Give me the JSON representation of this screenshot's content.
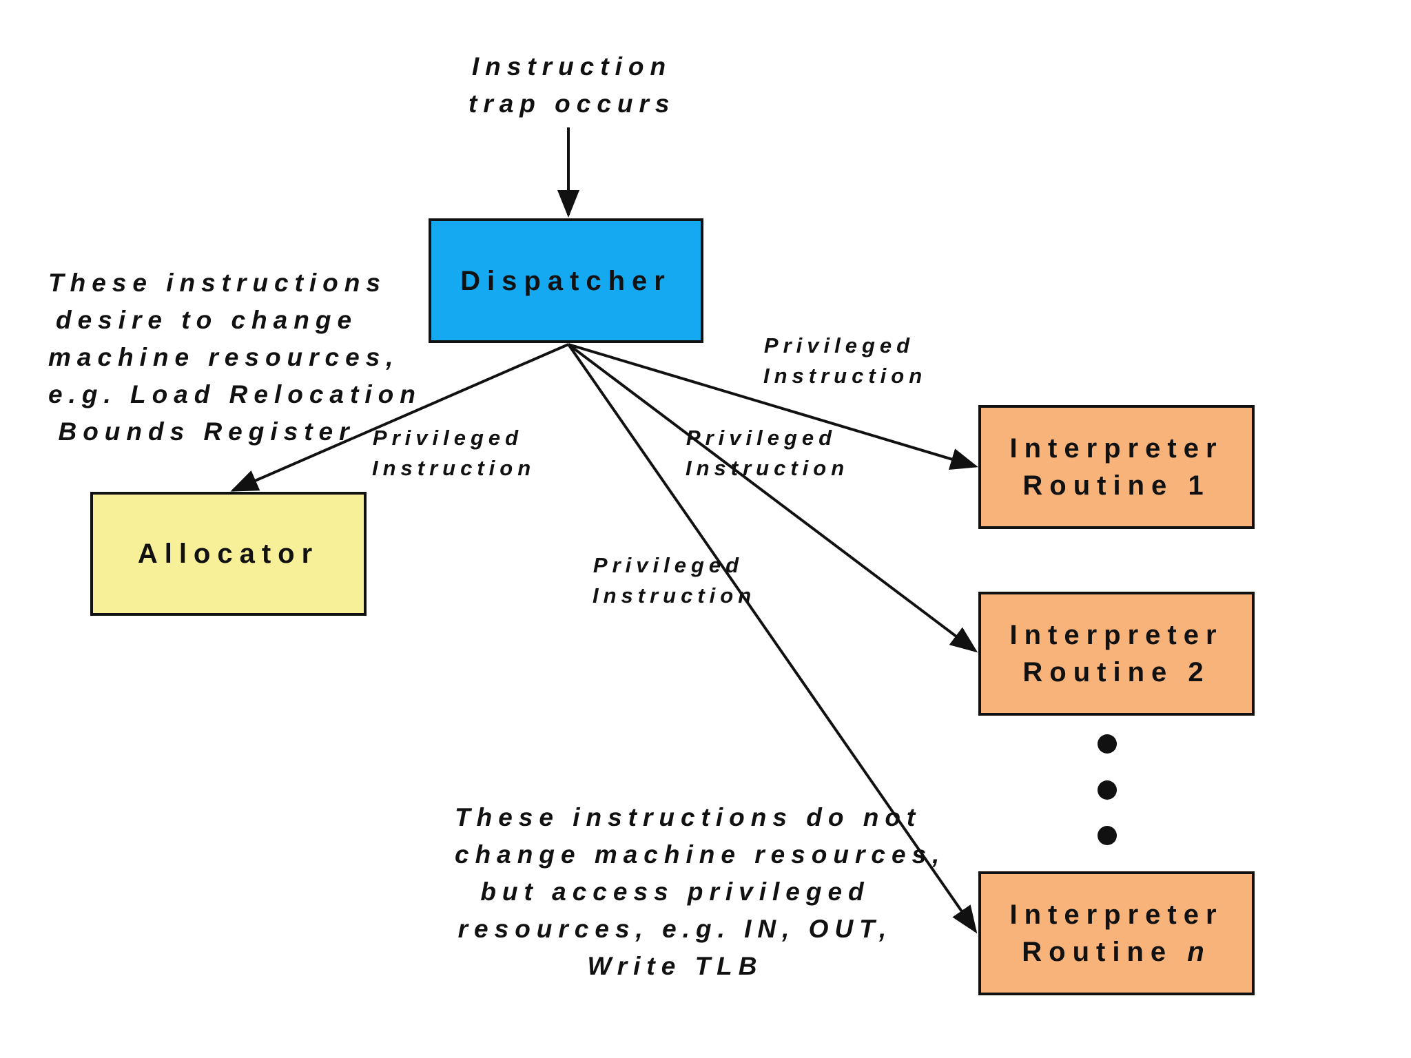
{
  "diagram": {
    "trap_note": [
      "Instruction",
      "trap occurs"
    ],
    "dispatcher": "Dispatcher",
    "allocator": "Allocator",
    "interpreters": [
      {
        "line1": "Interpreter",
        "line2": "Routine",
        "suffix": "1"
      },
      {
        "line1": "Interpreter",
        "line2": "Routine",
        "suffix": "2"
      },
      {
        "line1": "Interpreter",
        "line2": "Routine",
        "suffix": "n"
      }
    ],
    "edge_label": [
      "Privileged",
      "Instruction"
    ],
    "left_note": [
      "These instructions",
      "desire to change",
      "machine resources,",
      "e.g. Load Relocation",
      "Bounds Register"
    ],
    "bottom_note": [
      "These instructions do not",
      "change machine resources,",
      "but access privileged",
      "resources, e.g. IN, OUT,",
      "Write TLB"
    ]
  }
}
